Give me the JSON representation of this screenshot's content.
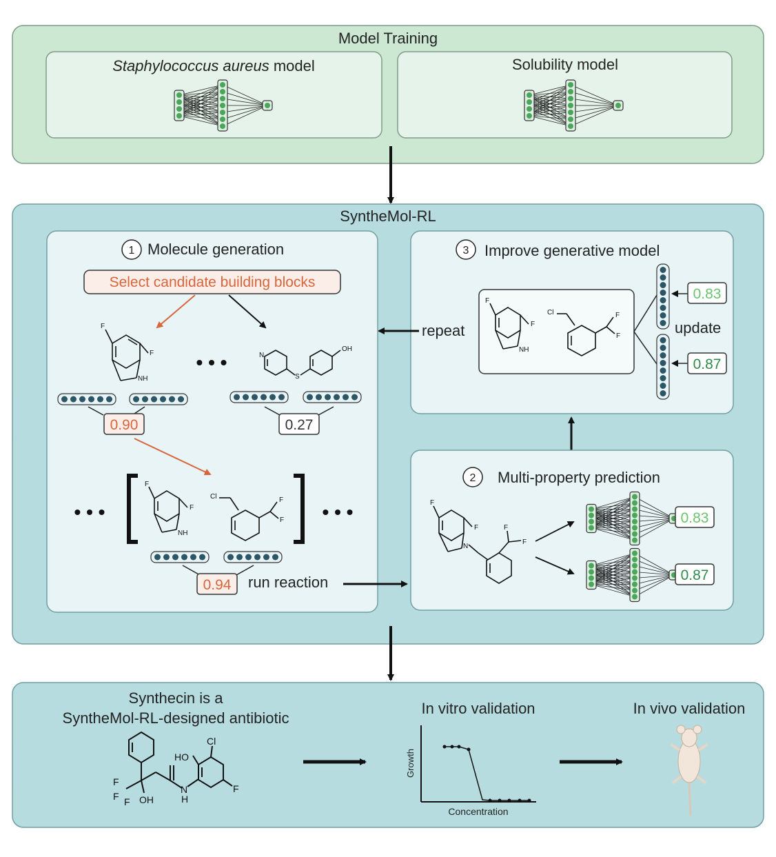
{
  "model_training": {
    "title": "Model Training",
    "staph_species": "Staphylococcus aureus",
    "staph_suffix": " model",
    "solubility_title": "Solubility model"
  },
  "synthemol": {
    "title": "SyntheMol-RL",
    "step1": {
      "number": "1",
      "title": "Molecule generation",
      "select_label": "Select candidate building blocks",
      "score_left": "0.90",
      "score_right": "0.27",
      "score_combined": "0.94",
      "run_reaction": "run reaction"
    },
    "step2": {
      "number": "2",
      "title": "Multi-property prediction",
      "score_a": "0.83",
      "score_b": "0.87"
    },
    "step3": {
      "number": "3",
      "title": "Improve generative model",
      "repeat": "repeat",
      "update": "update",
      "score_a": "0.83",
      "score_b": "0.87"
    },
    "ellipsis": "• • •"
  },
  "validation": {
    "title_line1": "Synthecin is a",
    "title_line2": "SyntheMol-RL-designed antibiotic",
    "in_vitro": "In vitro validation",
    "in_vivo": "In vivo validation",
    "axis_y": "Growth",
    "axis_x": "Concentration"
  },
  "atoms": {
    "F": "F",
    "NH": "NH",
    "Cl": "Cl",
    "OH": "OH",
    "N": "N",
    "S": "S",
    "HO": "HO",
    "H": "H"
  },
  "colors": {
    "green_outer": "#cce8d3",
    "green_inner": "#e6f3ea",
    "teal_outer": "#b6dcdf",
    "teal_inner": "#e8f4f5",
    "highlight": "#d8653b",
    "node_green": "#4aa65a",
    "node_dark": "#2c5566",
    "score_light": "#6cc36f",
    "score_dark": "#2e8b4a"
  }
}
